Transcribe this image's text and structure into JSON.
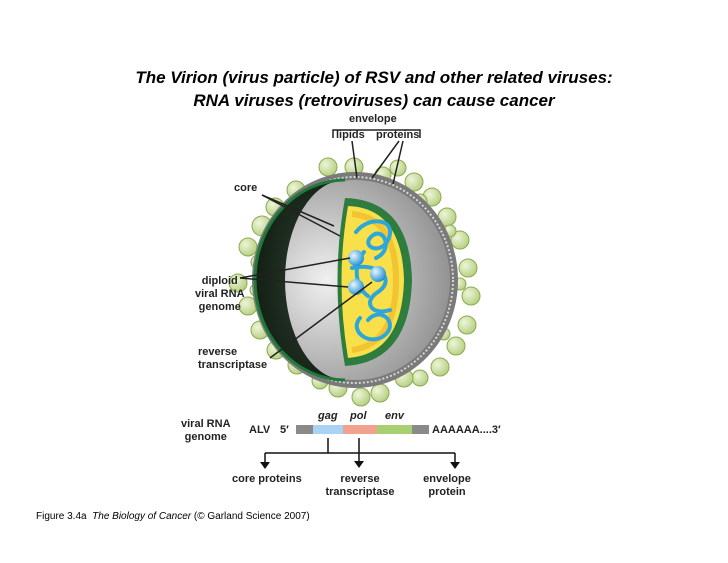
{
  "title": {
    "line1": "The Virion (virus particle) of RSV and other related viruses:",
    "line2": "RNA viruses (retroviruses) can cause cancer"
  },
  "labels": {
    "envelope": "envelope",
    "lipids": "lipids",
    "proteins": "proteins",
    "core": "core",
    "diploid": "diploid",
    "viral_rna": "viral RNA",
    "genome": "genome",
    "reverse": "reverse",
    "transcriptase": "transcriptase"
  },
  "genome_map": {
    "label_line1": "viral RNA",
    "label_line2": "genome",
    "virus_name": "ALV",
    "five_prime": "5′",
    "three_prime_tail": "AAAAAA....3′",
    "genes": [
      "gag",
      "pol",
      "env"
    ],
    "gene_colors": {
      "gag": "#a9d3f2",
      "pol": "#f1a28e",
      "env": "#a8d070",
      "ltr": "#8a8a8a"
    },
    "products": [
      {
        "line1": "core proteins",
        "line2": ""
      },
      {
        "line1": "reverse",
        "line2": "transcriptase"
      },
      {
        "line1": "envelope",
        "line2": "protein"
      }
    ]
  },
  "caption": {
    "prefix": "Figure 3.4a",
    "book": "The Biology of Cancer",
    "suffix": "(© Garland Science 2007)"
  },
  "colors": {
    "spike": "#cde0a2",
    "spike_stroke": "#8aab4c",
    "membrane": "#6f6f6f",
    "core_shell": "#2e7d3e",
    "core_inner": "#f7e04a",
    "rna": "#2da7d9",
    "shadow_half": "#c8c8c8"
  }
}
